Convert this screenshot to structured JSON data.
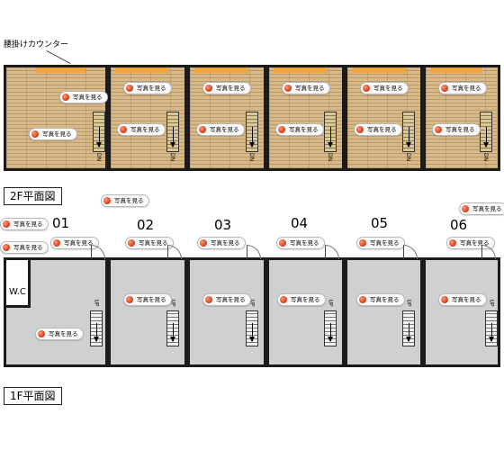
{
  "counter_label": "腰掛けカウンター",
  "floor2_label": "2F平面図",
  "floor1_label": "1F平面図",
  "photo_btn_label": "写真を見る",
  "units": [
    "01",
    "02",
    "03",
    "04",
    "05",
    "06"
  ],
  "wc_label": "W.C",
  "stair_down": "DN",
  "stair_up": "UP",
  "colors": {
    "floor_wood": "#d8b98a",
    "floor_gray": "#cfd0d2",
    "counter": "#f1a53a",
    "wall": "#1b1b1b",
    "button_dot": "#d23a12"
  },
  "icons": [
    "photo-button-dot-icon",
    "stairs-arrow-icon",
    "door-swing-icon"
  ]
}
